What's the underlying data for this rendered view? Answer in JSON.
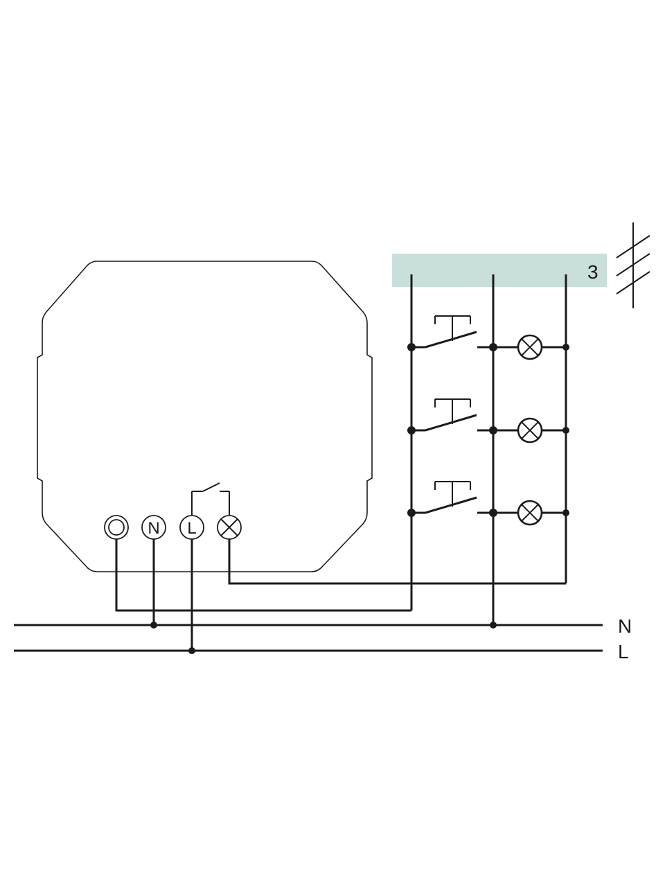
{
  "bus": {
    "label": "3",
    "color": "#c9dfdc"
  },
  "device": {
    "terminals": [
      {
        "name": "terminal-o",
        "label": ""
      },
      {
        "name": "terminal-n",
        "label": "N"
      },
      {
        "name": "terminal-l",
        "label": "L"
      },
      {
        "name": "terminal-lamp",
        "label": "",
        "icon": "lamp-icon"
      }
    ]
  },
  "mains": {
    "n_label": "N",
    "l_label": "L"
  },
  "components": {
    "pushbuttons": 3,
    "lamps": 3
  }
}
